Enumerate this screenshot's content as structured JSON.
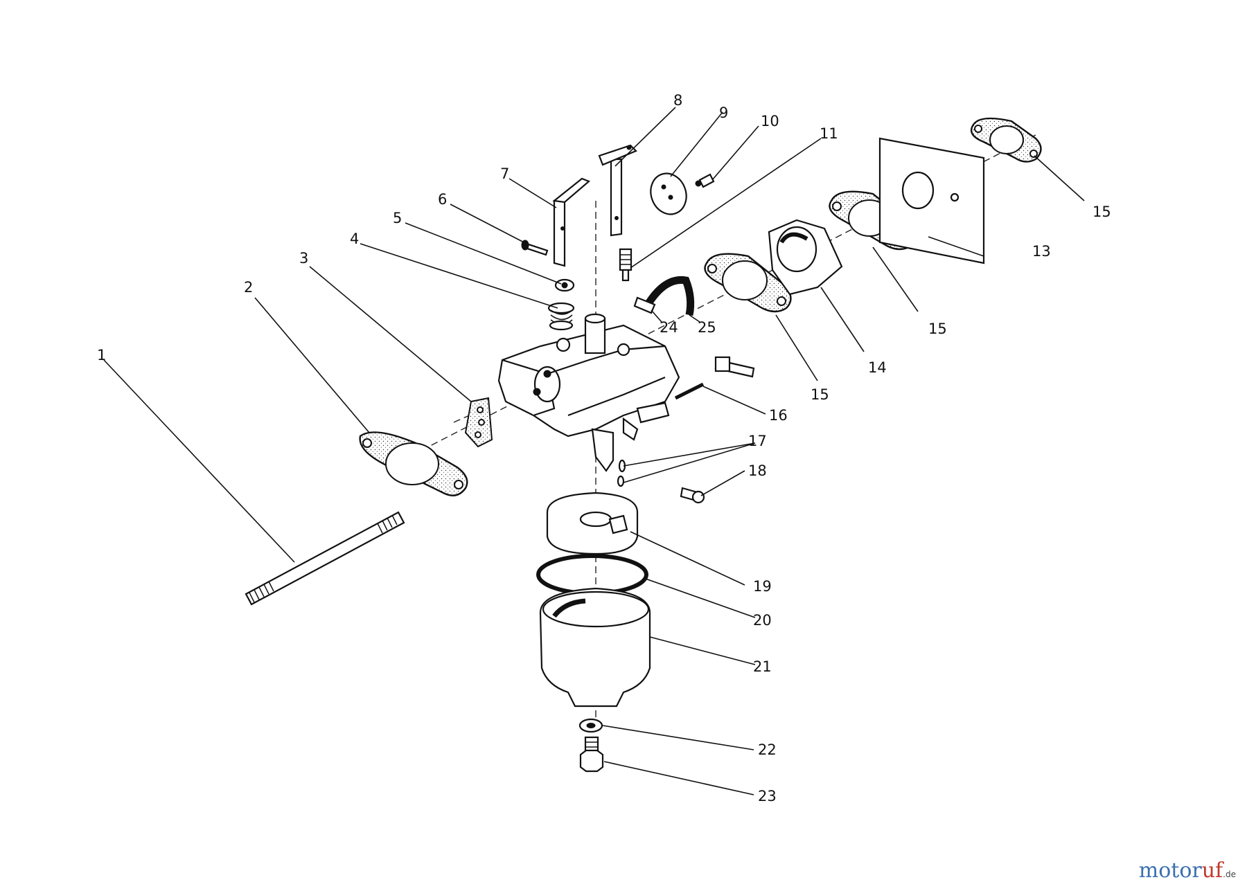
{
  "labels": [
    "1",
    "2",
    "3",
    "4",
    "5",
    "6",
    "7",
    "8",
    "9",
    "10",
    "11",
    "13",
    "14",
    "15",
    "15",
    "15",
    "15",
    "16",
    "17",
    "18",
    "19",
    "20",
    "21",
    "22",
    "23",
    "24",
    "25"
  ],
  "watermark": {
    "brand_a": "motor",
    "brand_b": "uf",
    "suffix": ".de"
  }
}
